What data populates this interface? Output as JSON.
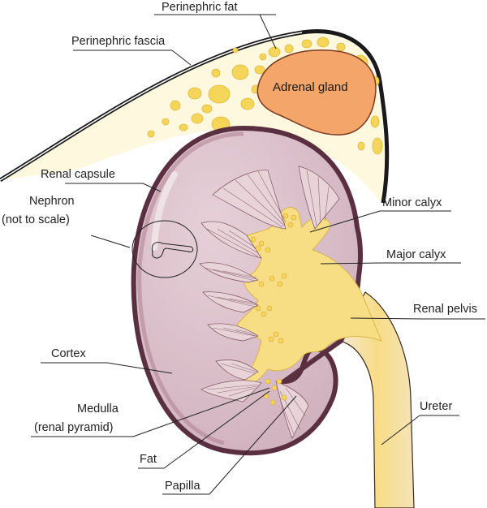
{
  "diagram": {
    "labels": {
      "perinephric_fat": "Perinephric fat",
      "perinephric_fascia": "Perinephric fascia",
      "adrenal_gland": "Adrenal gland",
      "renal_capsule": "Renal capsule",
      "nephron_line1": "Nephron",
      "nephron_line2": "(not to scale)",
      "minor_calyx": "Minor calyx",
      "major_calyx": "Major calyx",
      "renal_pelvis": "Renal pelvis",
      "cortex": "Cortex",
      "medulla_line1": "Medulla",
      "medulla_line2": "(renal pyramid)",
      "ureter": "Ureter",
      "fat": "Fat",
      "papilla": "Papilla"
    },
    "colors": {
      "cortex": "#d8bcc6",
      "capsule": "#8a5566",
      "calyx_yellow": "#f7dd84",
      "fat_droplet": "#f5d55a",
      "adrenal": "#f4a56a",
      "perinephric_band": "#fdf8de",
      "pyramid": "#e8d3d8"
    }
  }
}
